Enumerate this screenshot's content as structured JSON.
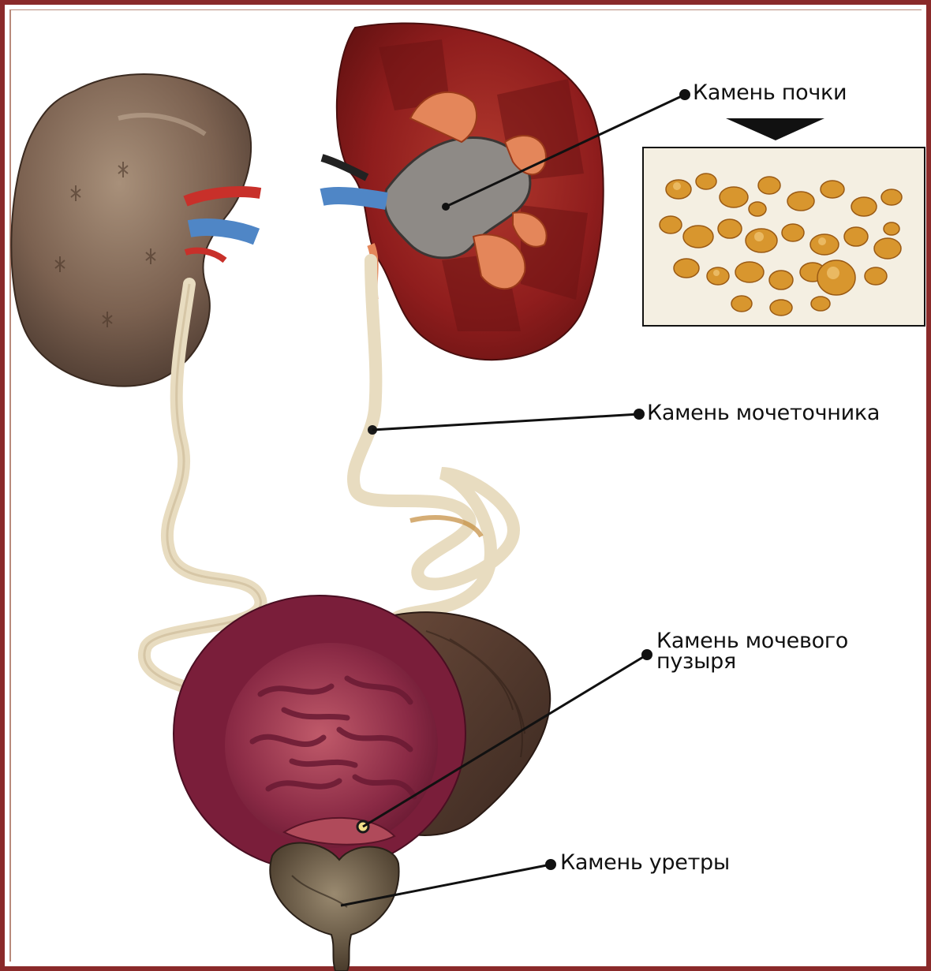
{
  "labels": {
    "kidney_stone": "Камень почки",
    "ureter_stone": "Камень мочеточника",
    "bladder_stone": "Камень  мочевого пузыря",
    "urethra_stone": "Камень уретры"
  },
  "colors": {
    "frame_border": "#8a2a2a",
    "kidney_outer": "#7b6150",
    "kidney_cut": "#8f1d1d",
    "bladder_wall": "#7a1e3a",
    "bladder_inner": "#a23a55",
    "ureter": "#e8dcc0",
    "vein": "#4f86c6",
    "artery": "#c8302a",
    "stones": "#d8962e",
    "pointer_line": "#111111"
  }
}
